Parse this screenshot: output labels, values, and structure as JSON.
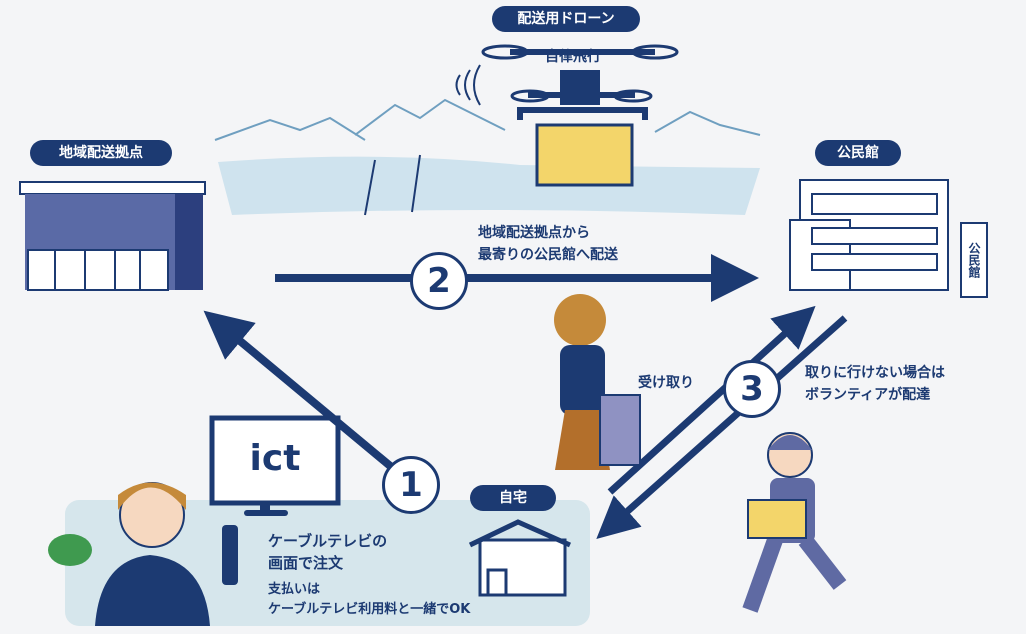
{
  "labels": {
    "drone": "配送用ドローン",
    "autonomous": "自律飛行",
    "depot": "地域配送拠点",
    "community_center": "公民館",
    "home": "自宅",
    "sign": "公民館"
  },
  "steps": [
    {
      "number": "1",
      "lines": [
        "ケーブルテレビの",
        "画面で注文"
      ],
      "sub": [
        "支払いは",
        "ケーブルテレビ利用料と一緒でOK"
      ]
    },
    {
      "number": "2",
      "lines": [
        "地域配送拠点から",
        "最寄りの公民館へ配送"
      ]
    },
    {
      "number": "3",
      "left": "受け取り",
      "lines": [
        "取りに行けない場合は",
        "ボランティアが配達"
      ]
    }
  ],
  "tv_logo": "ict",
  "colors": {
    "navy": "#1c3a72",
    "panel": "#d6e6ec",
    "water": "#cfe3ee",
    "package": "#f3d56a"
  }
}
